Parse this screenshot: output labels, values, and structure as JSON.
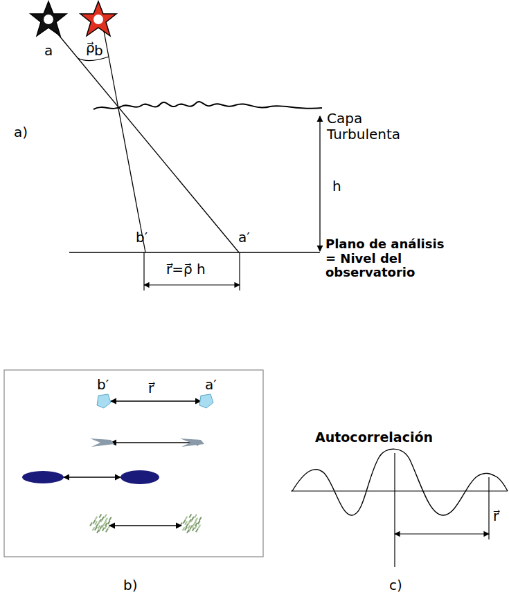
{
  "diagram": {
    "labels": [
      "a",
      "b",
      "ρ⃗",
      "Capa Turbulenta",
      "h",
      "Plano de análisis = Nivel del observatorio",
      "b′",
      "a′",
      "r⃗=ρ⃗ h",
      "a)",
      "b′",
      "r⃗",
      "a′",
      "Autocorrelación",
      "r⃗",
      "b)",
      "c)"
    ]
  }
}
